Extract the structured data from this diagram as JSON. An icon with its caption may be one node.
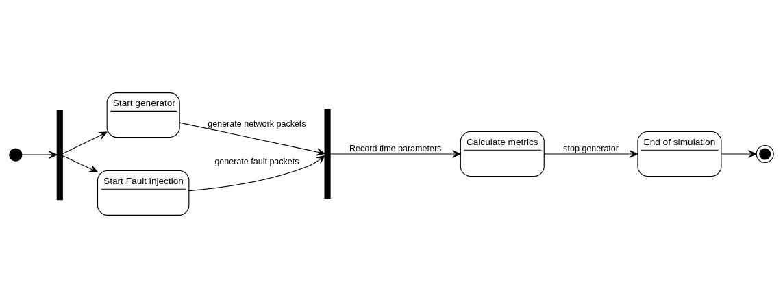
{
  "diagram": {
    "nodes": [
      {
        "text": [],
        "shape": "circle"
      },
      {
        "text": [],
        "shape": "bar"
      },
      {
        "text": [
          "Start generator"
        ]
      },
      {
        "text": [
          "Start Fault injection"
        ]
      },
      {
        "text": [],
        "shape": "bar"
      },
      {
        "text": [
          "Calculate metrics"
        ]
      },
      {
        "text": [
          "End of simulation"
        ]
      },
      {
        "text": [],
        "shape": "circle"
      }
    ],
    "edges": [
      {
        "from": 0,
        "to": 1,
        "arrow": "to"
      },
      {
        "from": 1,
        "to": 2,
        "arrow": "to"
      },
      {
        "from": 1,
        "to": 3,
        "arrow": "to"
      },
      {
        "from": 2,
        "to": 4,
        "arrow": "to",
        "label": "generate network packets"
      },
      {
        "from": 3,
        "to": 4,
        "arrow": "to",
        "label": "generate fault packets"
      },
      {
        "from": 4,
        "to": 5,
        "arrow": "to",
        "label": "Record time parameters"
      },
      {
        "from": 5,
        "to": 6,
        "arrow": "to",
        "label": "stop generator"
      },
      {
        "from": 6,
        "to": 7,
        "arrow": "to"
      }
    ]
  }
}
